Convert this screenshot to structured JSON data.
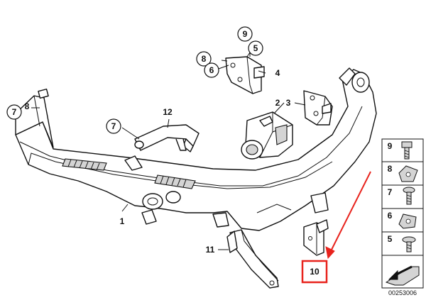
{
  "callouts": {
    "c1": "1",
    "c2": "2",
    "c3": "3",
    "c4": "4",
    "c5": "5",
    "c6": "6",
    "c7a": "7",
    "c7b": "7",
    "c8a": "8",
    "c8b": "8",
    "c9": "9",
    "c10": "10",
    "c11": "11",
    "c12": "12"
  },
  "legend": {
    "items": [
      "9",
      "8",
      "7",
      "6",
      "5"
    ]
  },
  "diagram_code": "00253006",
  "colors": {
    "highlight": "#e8231d",
    "legend_shade": "#d4d4d4"
  }
}
